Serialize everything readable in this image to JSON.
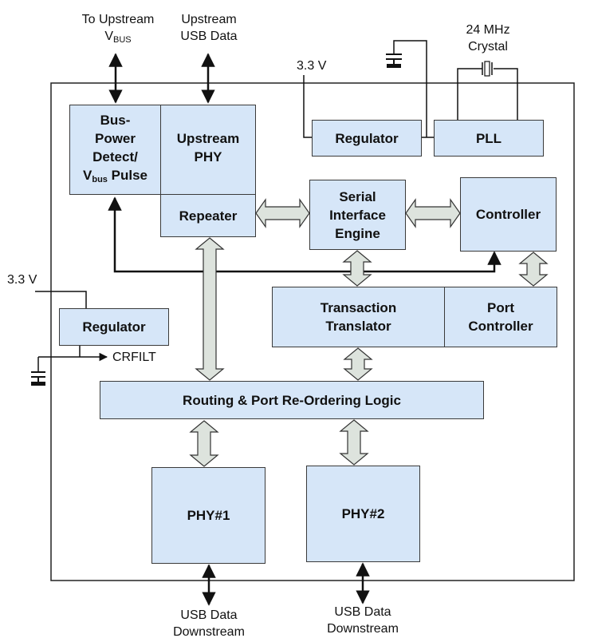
{
  "diagram": {
    "type": "block-diagram",
    "subject": "USB hub controller",
    "colors": {
      "block_fill": "#d6e6f8",
      "block_border": "#3a3a3a",
      "bus_arrow_fill": "#dde3dd",
      "line": "#111111"
    },
    "external_labels": {
      "upstream_vbus_line1": "To Upstream",
      "upstream_vbus_v": "V",
      "upstream_vbus_sub": "BUS",
      "upstream_data_line1": "Upstream",
      "upstream_data_line2": "USB Data",
      "supply_top": "3.3 V",
      "crystal_line1": "24 MHz",
      "crystal_line2": "Crystal",
      "supply_left": "3.3 V",
      "crfilt": "CRFILT",
      "downstream1_line1": "USB Data",
      "downstream1_line2": "Downstream",
      "downstream2_line1": "USB Data",
      "downstream2_line2": "Downstream"
    },
    "blocks": {
      "bus_power_line1": "Bus-",
      "bus_power_line2": "Power",
      "bus_power_line3": "Detect/",
      "bus_power_v": "V",
      "bus_power_sub": "bus",
      "bus_power_line4": " Pulse",
      "upstream_phy_line1": "Upstream",
      "upstream_phy_line2": "PHY",
      "repeater": "Repeater",
      "regulator_top": "Regulator",
      "pll": "PLL",
      "sie_line1": "Serial",
      "sie_line2": "Interface",
      "sie_line3": "Engine",
      "controller": "Controller",
      "tt_line1": "Transaction",
      "tt_line2": "Translator",
      "port_ctrl_line1": "Port",
      "port_ctrl_line2": "Controller",
      "regulator_left": "Regulator",
      "routing": "Routing & Port Re-Ordering Logic",
      "phy1": "PHY#1",
      "phy2": "PHY#2"
    }
  }
}
